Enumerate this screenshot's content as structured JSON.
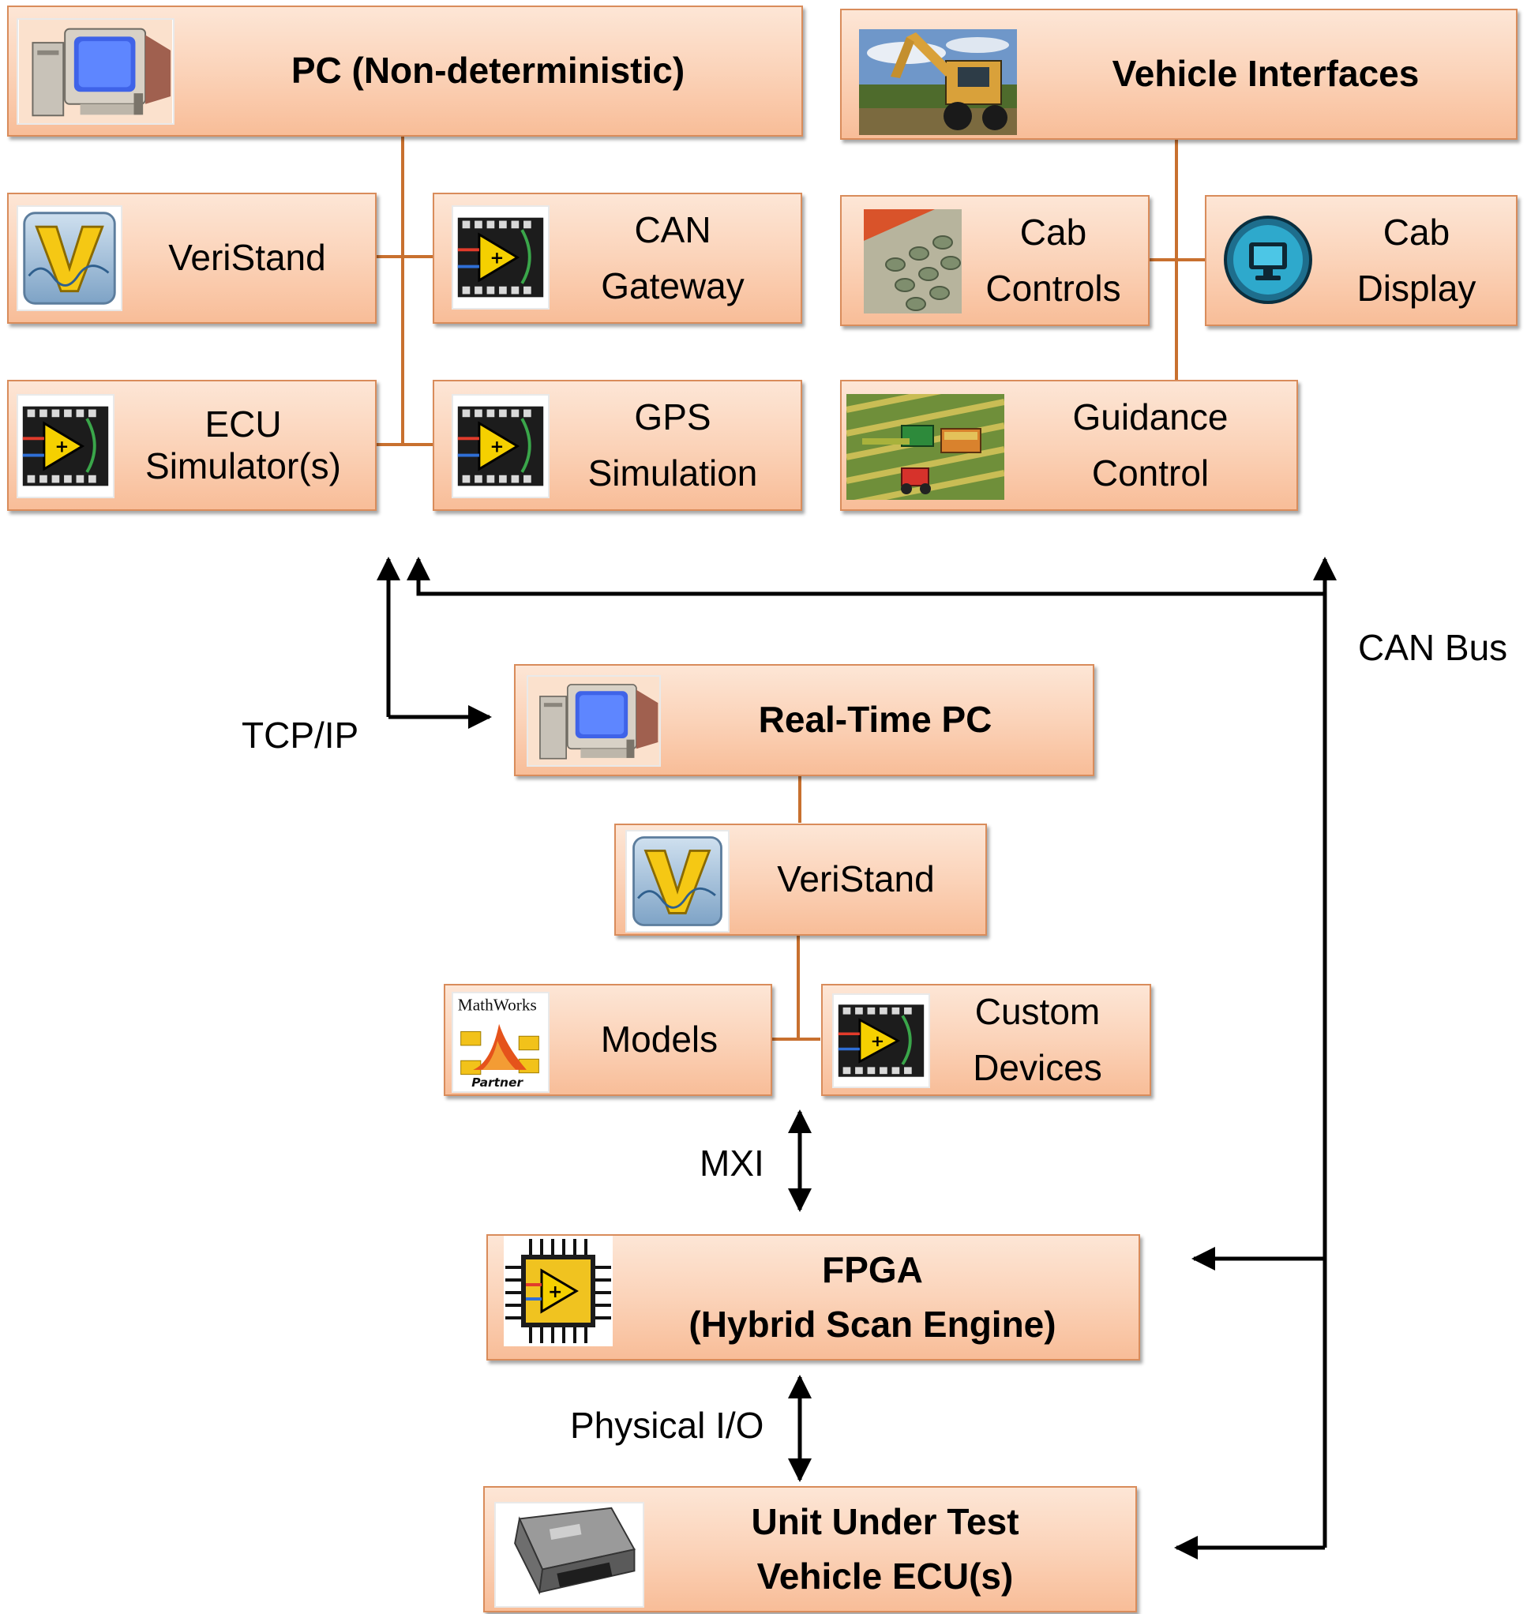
{
  "nodes": {
    "pc": {
      "lines": [
        "PC (Non-deterministic)"
      ],
      "icon": "computer-icon"
    },
    "vehicle_interfaces": {
      "lines": [
        "Vehicle Interfaces"
      ],
      "icon": "backhoe-photo-icon"
    },
    "veristand_top": {
      "lines": [
        "VeriStand"
      ],
      "icon": "veristand-icon"
    },
    "can_gateway": {
      "lines": [
        "CAN",
        "Gateway"
      ],
      "icon": "labview-vi-icon"
    },
    "cab_controls": {
      "lines": [
        "Cab",
        "Controls"
      ],
      "icon": "buttons-photo-icon"
    },
    "cab_display": {
      "lines": [
        "Cab",
        "Display"
      ],
      "icon": "monitor-icon"
    },
    "ecu_simulators": {
      "lines": [
        "ECU",
        "Simulator(s)"
      ],
      "icon": "labview-vi-icon"
    },
    "gps_simulation": {
      "lines": [
        "GPS",
        "Simulation"
      ],
      "icon": "labview-vi-icon"
    },
    "guidance_control": {
      "lines": [
        "Guidance",
        "Control"
      ],
      "icon": "tractor-field-icon"
    },
    "realtime_pc": {
      "lines": [
        "Real-Time PC"
      ],
      "icon": "computer-icon"
    },
    "veristand_rt": {
      "lines": [
        "VeriStand"
      ],
      "icon": "veristand-icon"
    },
    "models": {
      "lines": [
        "Models"
      ],
      "icon": "mathworks-partner-icon",
      "logo_text": [
        "MathWorks",
        "Partner"
      ]
    },
    "custom_devices": {
      "lines": [
        "Custom",
        "Devices"
      ],
      "icon": "labview-vi-icon"
    },
    "fpga": {
      "lines": [
        "FPGA",
        "(Hybrid Scan Engine)"
      ],
      "icon": "fpga-chip-icon"
    },
    "uut": {
      "lines": [
        "Unit Under Test",
        "Vehicle ECU(s)"
      ],
      "icon": "ecu-module-icon"
    }
  },
  "connections": {
    "tcpip": "TCP/IP",
    "can_bus": "CAN Bus",
    "mxi": "MXI",
    "physical_io": "Physical I/O"
  },
  "colors": {
    "box_top": "#fde6d6",
    "box_bottom": "#f8bd98",
    "box_border": "#d98c5b",
    "tree_line": "#c8702f",
    "arrow": "#000000"
  }
}
